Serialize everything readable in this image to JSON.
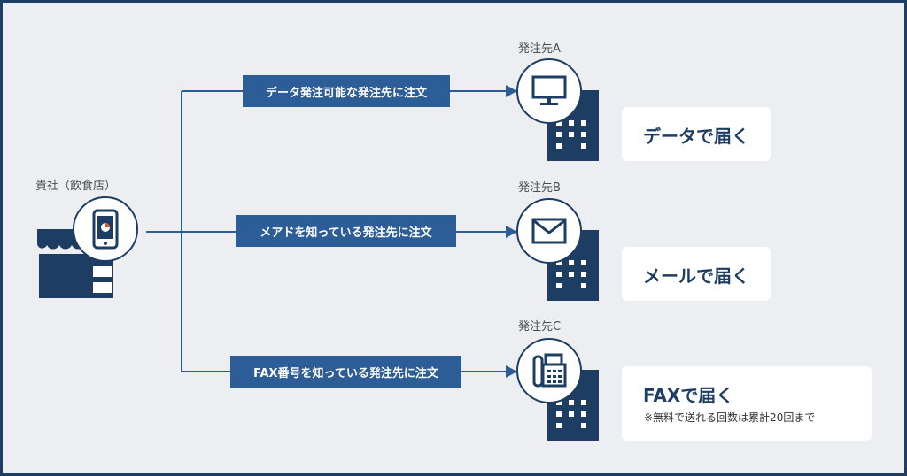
{
  "colors": {
    "navy": "#1d3d63",
    "label_blue": "#2c5d97",
    "background": "#eceef1"
  },
  "store": {
    "caption": "貴社（飲食店）",
    "icon": "smartphone-icon"
  },
  "routes": [
    {
      "order_label": "データ発注可能な発注先に注文",
      "supplier": "発注先A",
      "icon": "monitor-icon",
      "delivery": "データで届く",
      "note": ""
    },
    {
      "order_label": "メアドを知っている発注先に注文",
      "supplier": "発注先B",
      "icon": "envelope-icon",
      "delivery": "メールで届く",
      "note": ""
    },
    {
      "order_label": "FAX番号を知っている発注先に注文",
      "supplier": "発注先C",
      "icon": "fax-icon",
      "delivery": "FAXで届く",
      "note": "※無料で送れる回数は累計20回まで"
    }
  ]
}
